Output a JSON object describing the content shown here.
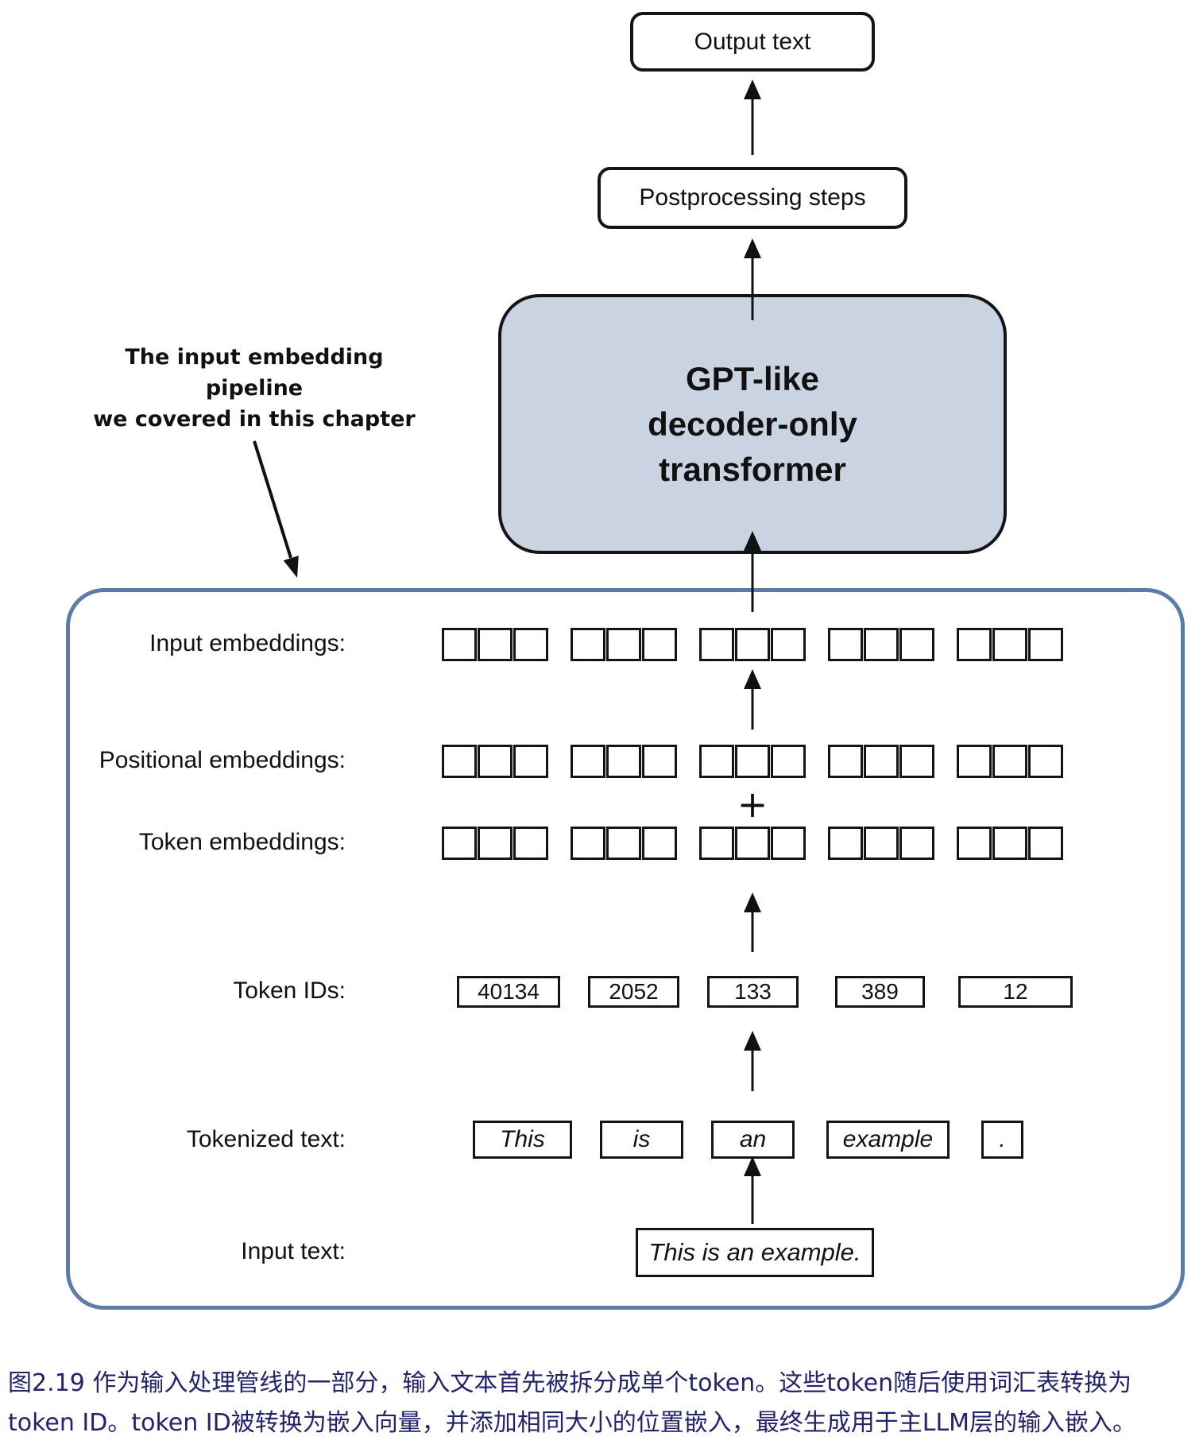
{
  "flow": {
    "output_box_label": "Output text",
    "postprocessing_box_label": "Postprocessing steps",
    "transformer": {
      "line1": "GPT-like",
      "line2": "decoder-only",
      "line3": "transformer"
    }
  },
  "annotation": {
    "line1": "The input embedding pipeline",
    "line2": "we covered in this chapter"
  },
  "pipeline": {
    "labels": {
      "input_embeddings": "Input embeddings:",
      "positional_embeddings": "Positional embeddings:",
      "token_embeddings": "Token embeddings:",
      "token_ids": "Token IDs:",
      "tokenized_text": "Tokenized text:",
      "input_text": "Input text:"
    },
    "plus_sign": "+",
    "embedding": {
      "groups": 5,
      "cells_per_group": 3
    },
    "token_ids": [
      "40134",
      "2052",
      "133",
      "389",
      "12"
    ],
    "tokens": [
      "This",
      "is",
      "an",
      "example",
      "."
    ],
    "input_text_value": "This is an example."
  },
  "caption": {
    "line1": "图2.19 作为输入处理管线的一部分，输入文本首先被拆分成单个token。这些token随后使用词汇表转换为",
    "line2": "token ID。token ID被转换为嵌入向量，并添加相同大小的位置嵌入，最终生成用于主LLM层的输入嵌入。"
  },
  "colors": {
    "transformer_fill": "#c9d3e2",
    "container_border": "#5b7cab",
    "caption_text": "#23236b",
    "line_color": "#111111"
  }
}
